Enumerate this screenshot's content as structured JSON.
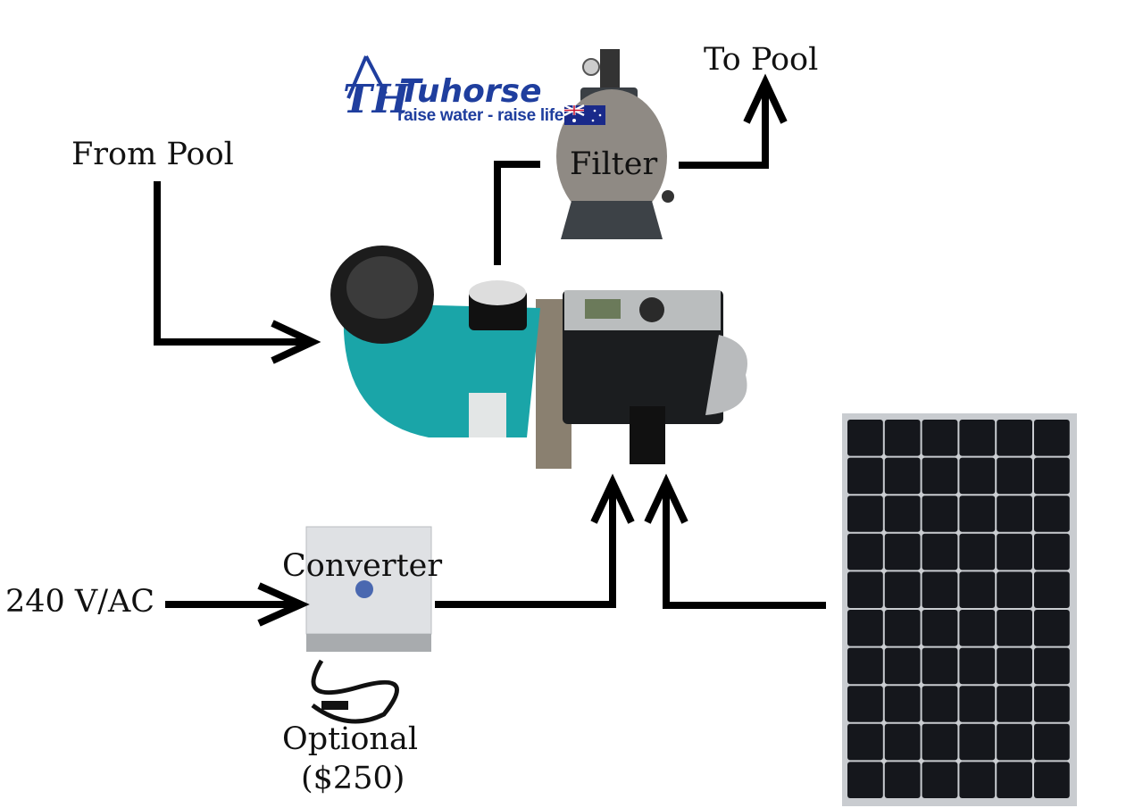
{
  "labels": {
    "from_pool": "From Pool",
    "to_pool": "To Pool",
    "filter": "Filter",
    "converter": "Converter",
    "ac_input": "240 V/AC",
    "optional": "Optional",
    "price": "($250)"
  },
  "logo": {
    "mark": "TH",
    "name": "Tuhorse",
    "tagline": "raise water - raise life"
  },
  "colors": {
    "brand": "#1f3e9e",
    "pump_body": "#1aa5a8",
    "arrow": "#000000"
  }
}
